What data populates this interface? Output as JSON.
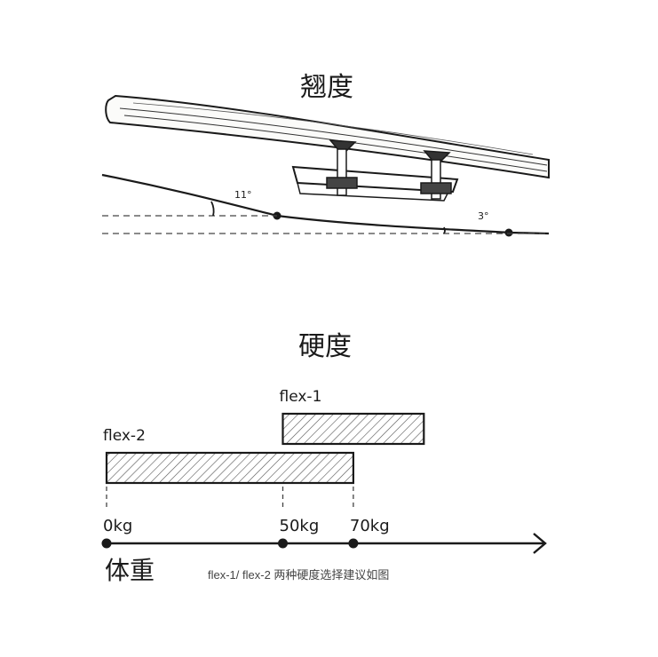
{
  "top": {
    "title": "翘度",
    "angle_left": "11°",
    "angle_right": "3°"
  },
  "bottom": {
    "title": "硬度",
    "ranges": [
      {
        "label": "flex-1",
        "from_kg": 50,
        "to_kg": 90
      },
      {
        "label": "flex-2",
        "from_kg": 0,
        "to_kg": 70
      }
    ],
    "axis": {
      "label": "体重",
      "ticks": [
        {
          "label": "0kg",
          "value": 0
        },
        {
          "label": "50kg",
          "value": 50
        },
        {
          "label": "70kg",
          "value": 70
        }
      ]
    }
  },
  "caption": "flex-1/ flex-2  两种硬度选择建议如图",
  "colors": {
    "ink": "#1a1a1a",
    "hatch": "#555555",
    "caption": "#444444"
  }
}
